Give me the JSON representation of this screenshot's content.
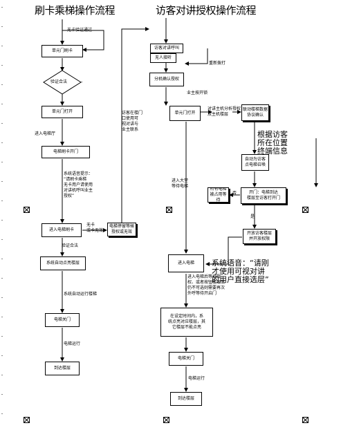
{
  "titles": {
    "left": "刷卡乘梯操作流程",
    "right": "访客对讲授权操作流程"
  },
  "left_flow": {
    "no_card_loop": "无卡验证通过",
    "swipe": "单元门刷卡",
    "verify": "验证合法",
    "open_door": "单元门打开",
    "enter_lobby": "进入电梯厅",
    "swipe_call": "电梯刷卡开门",
    "voice_prompt": "系统语音提示：\n“请刷卡乘梯\n无卡用户请使用\n对讲机呼叫业主\n授权”",
    "enter_car": "进入电梯刷卡",
    "no_card": "无卡\n或卡无效",
    "elevator_wait": "电梯停留等候\n授权或无效",
    "valid": "验证合法",
    "auto_light": "系统自动点亮楼层",
    "auto_run": "系统自动运行楼梯",
    "close_door": "电梯关门",
    "running": "电梯运行",
    "arrive": "到达楼层"
  },
  "right_flow": {
    "visitor_call": "访客对讲呼叫",
    "no_answer": "无人接听",
    "hang_up": "重新拨打",
    "owner_authorize": "分机确认授权",
    "owner_open": "业主按开锁",
    "unit_open": "单元门打开",
    "system_check": "对讲主机分析授权\n及主机楼层",
    "send_info": "联动楼梯数据\n协议确认",
    "voice_note": "根据访客\n所在位置\n终端信息",
    "auto_call": "自动为访客\n点电梯召唤",
    "enter_lobby": "进入大堂\n等待电梯",
    "voice_no": "否",
    "has_elevator": "所有电梯\n被占用等待",
    "open_stop": "开门：电梯到达\n楼层至访客打开门",
    "yes": "是",
    "auto_floor": "开放访客楼层\n并开放权限",
    "enter_elevator": "进入电梯",
    "sys_voice": "系统语音：“请刚\n才使用可视对讲\n的用户直接选层”",
    "car_prompt": "进入电梯后等待授\n权、或者按钮楼层后\n仍不可选则需要再次\n外呼等待开启门",
    "lift_selected": "在设定时间内，系\n统点亮对应楼层，其\n它楼层不能点亮",
    "close_door": "电梯关门",
    "running": "电梯运行",
    "arrive": "到达楼层",
    "yes_owner": "访客在楼门\n口使用可\n视对讲与\n业主联系"
  },
  "icons": [
    "crosshair-mark",
    "crosshair-mark",
    "crosshair-mark",
    "crosshair-mark",
    "crosshair-mark",
    "crosshair-mark",
    "crosshair-mark",
    "crosshair-mark",
    "crosshair-mark"
  ]
}
